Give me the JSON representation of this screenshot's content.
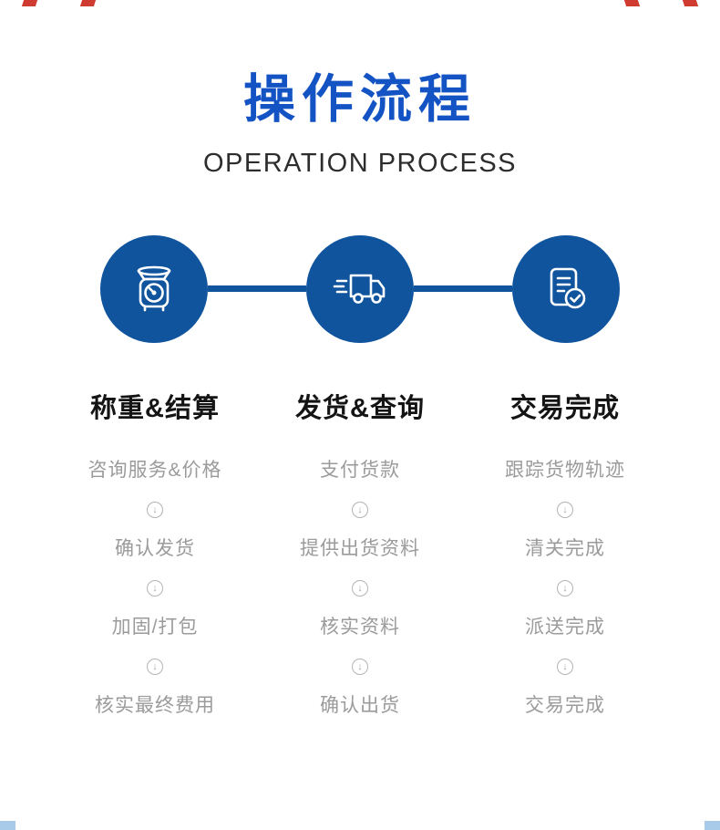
{
  "page": {
    "title": "操作流程",
    "subtitle": "OPERATION PROCESS"
  },
  "icons": {
    "down_arrow_glyph": "↓",
    "circle_icons": [
      "scale-icon",
      "truck-icon",
      "document-check-icon"
    ]
  },
  "colors": {
    "title_blue": "#1453c4",
    "circle_blue": "#10549e",
    "connector_blue": "#10549e",
    "heading_dark": "#141414",
    "step_gray": "#9b9b9b",
    "arrow_gray": "#b3b3b3",
    "decor_red": "#cf3b31",
    "decor_light_blue": "#a8cbe9"
  },
  "columns": [
    {
      "title": "称重&结算",
      "steps": [
        "咨询服务&价格",
        "确认发货",
        "加固/打包",
        "核实最终费用"
      ]
    },
    {
      "title": "发货&查询",
      "steps": [
        "支付货款",
        "提供出货资料",
        "核实资料",
        "确认出货"
      ]
    },
    {
      "title": "交易完成",
      "steps": [
        "跟踪货物轨迹",
        "清关完成",
        "派送完成",
        "交易完成"
      ]
    }
  ]
}
